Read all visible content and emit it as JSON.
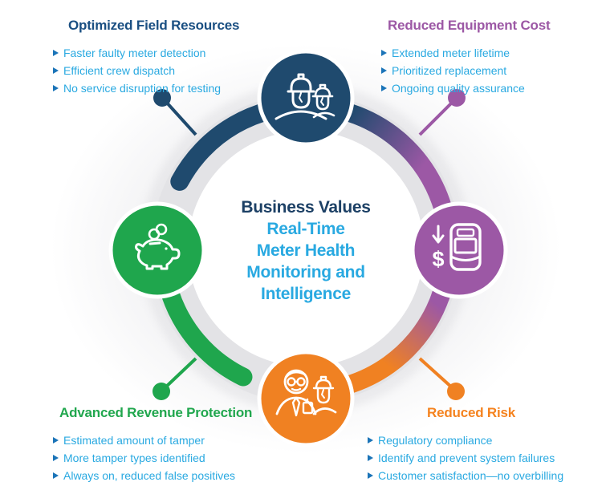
{
  "center": {
    "title": "Business Values",
    "subtitle_lines": [
      "Real-Time",
      "Meter Health",
      "Monitoring and",
      "Intelligence"
    ],
    "title_color": "#1c4065",
    "subtitle_color": "#29a9e1"
  },
  "quadrants": {
    "top_left": {
      "title": "Optimized Field Resources",
      "color": "#1a4f82",
      "icon": "field-workers-icon",
      "bullets": [
        "Faster faulty meter detection",
        "Efficient crew dispatch",
        "No service disruption for testing"
      ]
    },
    "top_right": {
      "title": "Reduced Equipment Cost",
      "color": "#9c58a5",
      "icon": "meter-dollar-icon",
      "bullets": [
        "Extended meter lifetime",
        "Prioritized replacement",
        "Ongoing quality assurance"
      ]
    },
    "bottom_left": {
      "title": "Advanced Revenue Protection",
      "color": "#21a74e",
      "icon": "piggy-bank-icon",
      "bullets": [
        "Estimated amount of tamper",
        "More tamper types identified",
        "Always on, reduced false positives"
      ]
    },
    "bottom_right": {
      "title": "Reduced Risk",
      "color": "#f5831f",
      "icon": "inspector-worker-icon",
      "bullets": [
        "Regulatory compliance",
        "Identify and prevent system failures",
        "Customer satisfaction—no overbilling"
      ]
    }
  },
  "icons": {
    "dollar_glyph": "$",
    "bullet_marker": "triangle-right"
  },
  "colors": {
    "navy": "#1f4a6e",
    "purple": "#9c58a5",
    "green": "#1fa64d",
    "orange": "#f08122",
    "heading_navy": "#1a4f82",
    "bullet_text": "#29a9e1",
    "bullet_marker": "#1b74b8",
    "ring_gray": "#e3e3e6"
  }
}
